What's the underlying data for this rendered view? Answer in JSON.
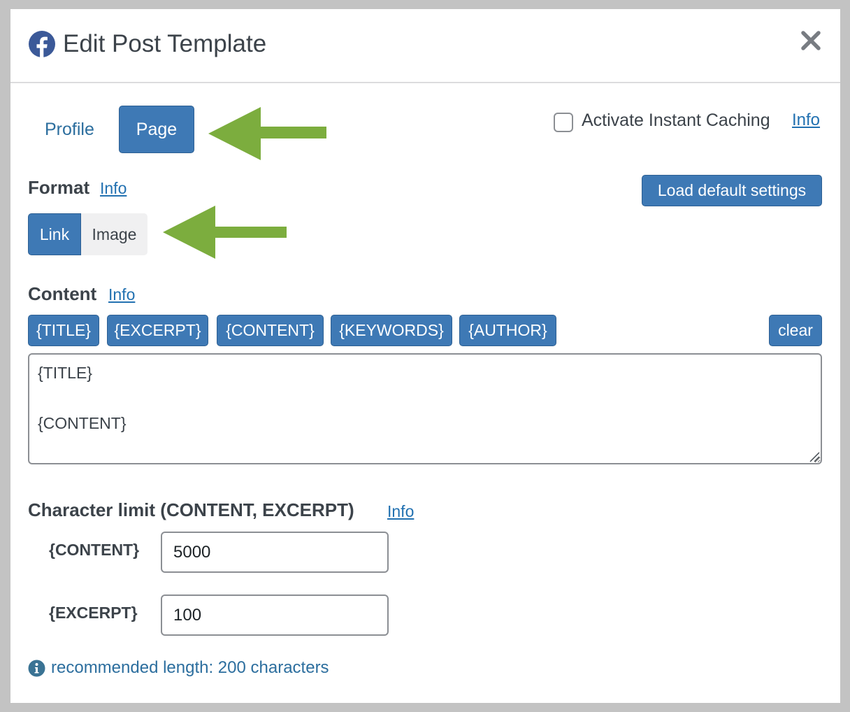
{
  "dialog": {
    "title": "Edit Post Template",
    "close_glyph": "✕",
    "brand_icon": "facebook-icon"
  },
  "tabs": {
    "profile_label": "Profile",
    "page_label": "Page",
    "active": "Page"
  },
  "instant_caching": {
    "label": "Activate Instant Caching",
    "info_link": "Info",
    "checked": false
  },
  "format": {
    "heading": "Format",
    "info_link": "Info",
    "options": [
      "Link",
      "Image"
    ],
    "selected": "Link"
  },
  "load_defaults_label": "Load default settings",
  "content": {
    "heading": "Content",
    "info_link": "Info",
    "tokens": [
      "{TITLE}",
      "{EXCERPT}",
      "{CONTENT}",
      "{KEYWORDS}",
      "{AUTHOR}"
    ],
    "clear_label": "clear",
    "value": "{TITLE}\n\n{CONTENT}"
  },
  "char_limit": {
    "heading": "Character limit (CONTENT, EXCERPT)",
    "info_link": "Info",
    "content_label": "{CONTENT}",
    "content_value": "5000",
    "excerpt_label": "{EXCERPT}",
    "excerpt_value": "100"
  },
  "hint": {
    "icon": "info-icon",
    "text": "recommended length: 200 characters"
  },
  "colors": {
    "accent": "#3e79b5",
    "arrow": "#7cad3e",
    "link": "#2271b1"
  }
}
